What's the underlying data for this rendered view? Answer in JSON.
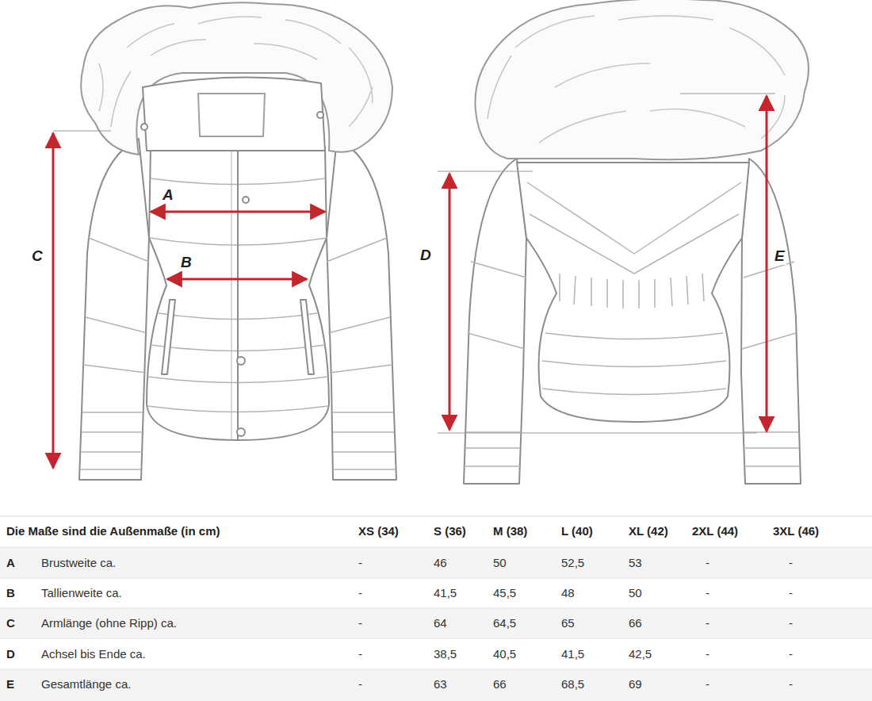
{
  "diagram": {
    "labels": [
      "A",
      "B",
      "C",
      "D",
      "E",
      "Die Maße sind die Außenmaße (in cm)",
      "XS (34)",
      "S (36)",
      "M (38)",
      "L (40)",
      "XL (42)",
      "2XL (44)",
      "3XL (46)",
      "A",
      "Brustweite ca.",
      "-",
      "46",
      "50",
      "52,5",
      "53",
      "-",
      "-",
      "B",
      "Tallienweite ca.",
      "-",
      "41,5",
      "45,5",
      "48",
      "50",
      "-",
      "-",
      "C",
      "Armlänge (ohne Ripp) ca.",
      "-",
      "64",
      "64,5",
      "65",
      "66",
      "-",
      "-",
      "D",
      "Achsel bis Ende ca.",
      "-",
      "38,5",
      "40,5",
      "41,5",
      "42,5",
      "-",
      "-",
      "E",
      "Gesamtlänge ca.",
      "-",
      "63",
      "66",
      "68,5",
      "69",
      "-",
      "-"
    ]
  }
}
